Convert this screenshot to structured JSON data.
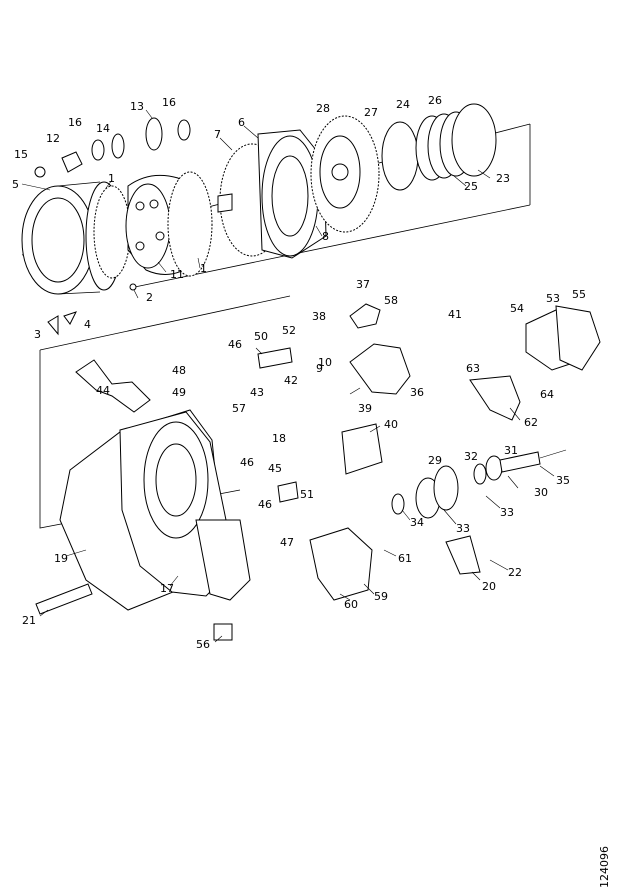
{
  "figure": {
    "document_number": "124096"
  },
  "labels": [
    {
      "id": "l1a",
      "text": "1"
    },
    {
      "id": "l1b",
      "text": "1"
    },
    {
      "id": "l2",
      "text": "2"
    },
    {
      "id": "l3",
      "text": "3"
    },
    {
      "id": "l4",
      "text": "4"
    },
    {
      "id": "l5",
      "text": "5"
    },
    {
      "id": "l6",
      "text": "6"
    },
    {
      "id": "l7",
      "text": "7"
    },
    {
      "id": "l8",
      "text": "8"
    },
    {
      "id": "l9",
      "text": "9"
    },
    {
      "id": "l10",
      "text": "10"
    },
    {
      "id": "l11",
      "text": "11"
    },
    {
      "id": "l12",
      "text": "12"
    },
    {
      "id": "l13",
      "text": "13"
    },
    {
      "id": "l14",
      "text": "14"
    },
    {
      "id": "l15",
      "text": "15"
    },
    {
      "id": "l16a",
      "text": "16"
    },
    {
      "id": "l16b",
      "text": "16"
    },
    {
      "id": "l17",
      "text": "17"
    },
    {
      "id": "l18",
      "text": "18"
    },
    {
      "id": "l19",
      "text": "19"
    },
    {
      "id": "l20",
      "text": "20"
    },
    {
      "id": "l21",
      "text": "21"
    },
    {
      "id": "l22",
      "text": "22"
    },
    {
      "id": "l23",
      "text": "23"
    },
    {
      "id": "l24",
      "text": "24"
    },
    {
      "id": "l25",
      "text": "25"
    },
    {
      "id": "l26",
      "text": "26"
    },
    {
      "id": "l27",
      "text": "27"
    },
    {
      "id": "l28",
      "text": "28"
    },
    {
      "id": "l29",
      "text": "29"
    },
    {
      "id": "l30",
      "text": "30"
    },
    {
      "id": "l31",
      "text": "31"
    },
    {
      "id": "l32",
      "text": "32"
    },
    {
      "id": "l33a",
      "text": "33"
    },
    {
      "id": "l33b",
      "text": "33"
    },
    {
      "id": "l34",
      "text": "34"
    },
    {
      "id": "l35",
      "text": "35"
    },
    {
      "id": "l36",
      "text": "36"
    },
    {
      "id": "l37",
      "text": "37"
    },
    {
      "id": "l38",
      "text": "38"
    },
    {
      "id": "l39",
      "text": "39"
    },
    {
      "id": "l40",
      "text": "40"
    },
    {
      "id": "l41",
      "text": "41"
    },
    {
      "id": "l42",
      "text": "42"
    },
    {
      "id": "l43",
      "text": "43"
    },
    {
      "id": "l44",
      "text": "44"
    },
    {
      "id": "l45",
      "text": "45"
    },
    {
      "id": "l46a",
      "text": "46"
    },
    {
      "id": "l46b",
      "text": "46"
    },
    {
      "id": "l46c",
      "text": "46"
    },
    {
      "id": "l47",
      "text": "47"
    },
    {
      "id": "l48",
      "text": "48"
    },
    {
      "id": "l49",
      "text": "49"
    },
    {
      "id": "l50",
      "text": "50"
    },
    {
      "id": "l51",
      "text": "51"
    },
    {
      "id": "l52",
      "text": "52"
    },
    {
      "id": "l53",
      "text": "53"
    },
    {
      "id": "l54",
      "text": "54"
    },
    {
      "id": "l55",
      "text": "55"
    },
    {
      "id": "l56",
      "text": "56"
    },
    {
      "id": "l57",
      "text": "57"
    },
    {
      "id": "l58",
      "text": "58"
    },
    {
      "id": "l59",
      "text": "59"
    },
    {
      "id": "l60",
      "text": "60"
    },
    {
      "id": "l61",
      "text": "61"
    },
    {
      "id": "l62",
      "text": "62"
    },
    {
      "id": "l63",
      "text": "63"
    },
    {
      "id": "l64",
      "text": "64"
    }
  ]
}
